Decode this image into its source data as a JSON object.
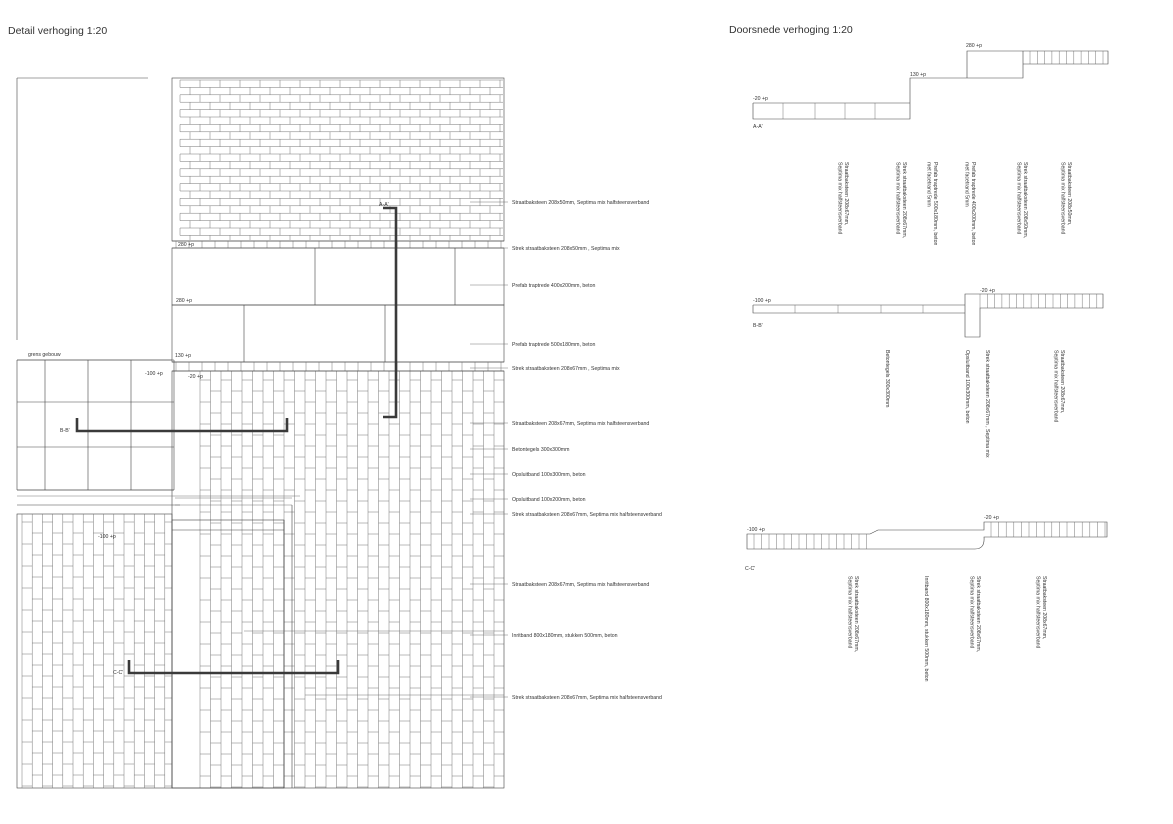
{
  "titles": {
    "detail": "Detail verhoging 1:20",
    "section": "Doorsnede verhoging 1:20"
  },
  "plan": {
    "levels": {
      "l280_top": "280 +p",
      "l280_mid": "280 +p",
      "l130": "130 +p",
      "lm100": "-100 +p",
      "lm20": "-20 +p",
      "lm100_low": "-100 +p"
    },
    "grens": "grens gebouw",
    "markers": {
      "a": "A-A'",
      "b": "B-B'",
      "c": "C-C'"
    },
    "callouts": [
      "Straatbaksteen 208x50mm, Septima mix halfsteensverband",
      "Strek straatbaksteen 208x50mm , Septima mix",
      "Prefab traptrede 400x200mm, beton",
      "Prefab traptrede 500x180mm, beton",
      "Strek straatbaksteen 208x67mm , Septima mix",
      "Straatbaksteen 208x67mm, Septima mix halfsteensverband",
      "Betontegels 300x300mm",
      "Opsluitband 100x300mm, beton",
      "Opsluitband 100x200mm, beton",
      "Strek straatbaksteen 208x67mm, Septima mix halfsteensverband",
      "Straatbaksteen 208x67mm, Septima mix halfsteensverband",
      "Inritband 800x180mm, stukken 500mm, beton",
      "Strek straatbaksteen 208x67mm, Septima mix halfsteensverband"
    ]
  },
  "sectionA": {
    "levels": {
      "a": "-20 +p",
      "b": "130 +p",
      "c": "280 +p"
    },
    "marker": "A-A'",
    "labels": [
      [
        "Straatbaksteen 208x67mm,",
        "Septima mix halfsteensverband"
      ],
      [
        "Strek straatbaksteen 208x67mm,",
        "Septima mix halfsteensverband"
      ],
      [
        "Prefab traptrede 500x180mm, beton",
        "met facetrand 5mm"
      ],
      [
        "Prefab traptrede 400x200mm, beton",
        "met facetrand 5mm"
      ],
      [
        "Strek straatbaksteen 208x50mm,",
        "Septima mix halfsteensverband"
      ],
      [
        "Straatbaksteen 208x50mm,",
        "Septima mix halfsteensverband"
      ]
    ]
  },
  "sectionB": {
    "levels": {
      "a": "-100 +p",
      "b": "-20 +p"
    },
    "marker": "B-B'",
    "labels": [
      [
        "Betontegels 300x300mm"
      ],
      [
        "Opsluitband 100x300mm, beton"
      ],
      [
        "Strek straatbaksteen 208x67mm , Septima mix"
      ],
      [
        "Straatbaksteen 208x67mm,",
        "Septima mix halfsteensverband"
      ]
    ]
  },
  "sectionC": {
    "levels": {
      "a": "-100 +p",
      "b": "-20 +p"
    },
    "marker": "C-C'",
    "labels": [
      [
        "Strek straatbaksteen 208x67mm,",
        "Septima mix halfsteensverband"
      ],
      [
        "Inritband 800x180mm, stukken 500mm, beton"
      ],
      [
        "Strek straatbaksteen 208x67mm,",
        "Septima mix halfsteensverband"
      ],
      [
        "Straatbaksteen 208x67mm,",
        "Septima mix halfsteensverband"
      ]
    ]
  }
}
